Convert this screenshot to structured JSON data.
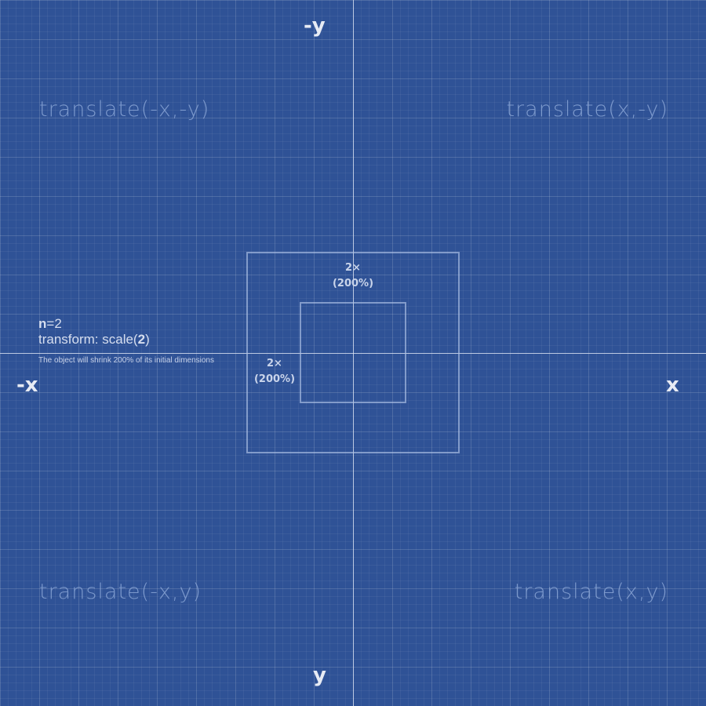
{
  "axes": {
    "neg_y": "-y",
    "pos_y": "y",
    "neg_x": "-x",
    "pos_x": "x"
  },
  "quadrants": {
    "top_left": "translate(-x,-y)",
    "top_right": "translate(x,-y)",
    "bottom_left": "translate(-x,y)",
    "bottom_right": "translate(x,y)"
  },
  "dimensions": {
    "top": {
      "factor": "2×",
      "percent": "(200%)"
    },
    "left": {
      "factor": "2×",
      "percent": "(200%)"
    }
  },
  "info": {
    "n_label": "n",
    "n_value": "=2",
    "transform_prefix": "transform: scale(",
    "transform_value": "2",
    "transform_suffix": ")",
    "note": "The object will shrink 200% of its initial dimensions"
  },
  "colors": {
    "background": "#2f5296",
    "axis_line": "#e1e8f5",
    "box_stroke": "#afc3e6"
  }
}
